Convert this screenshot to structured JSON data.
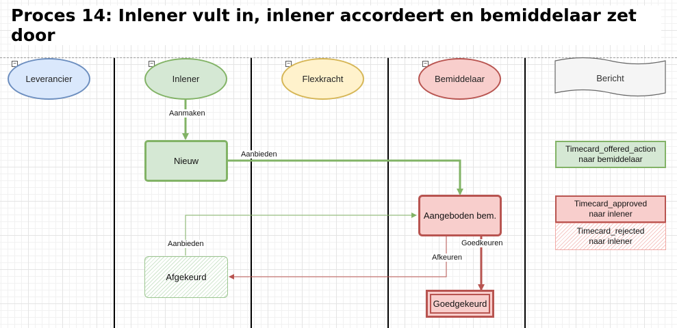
{
  "title": "Proces 14: Inlener vult in, inlener accordeert en bemiddelaar zet door",
  "lanes": [
    {
      "name": "Leverancier",
      "fill": "#dae8fc",
      "stroke": "#6c8ebf"
    },
    {
      "name": "Inlener",
      "fill": "#d5e8d4",
      "stroke": "#82b366"
    },
    {
      "name": "Flexkracht",
      "fill": "#fff2cc",
      "stroke": "#d6b656"
    },
    {
      "name": "Bemiddelaar",
      "fill": "#f8cecc",
      "stroke": "#b85450"
    }
  ],
  "message_header": "Bericht",
  "states": {
    "nieuw": "Nieuw",
    "aangeboden": "Aangeboden bem.",
    "afgekeurd": "Afgekeurd",
    "goedgekeurd": "Goedgekeurd"
  },
  "edges": {
    "aanmaken": "Aanmaken",
    "aanbieden_1": "Aanbieden",
    "aanbieden_2": "Aanbieden",
    "goedkeuren": "Goedkeuren",
    "afkeuren": "Afkeuren"
  },
  "messages": {
    "offered": {
      "line1": "Timecard_offered_action",
      "line2": "naar bemiddelaar"
    },
    "approved": {
      "line1": "Timecard_approved",
      "line2": "naar inlener"
    },
    "rejected": {
      "line1": "Timecard_rejected",
      "line2": "naar inlener"
    }
  },
  "colors": {
    "green_edge": "#82b366",
    "red_edge": "#b85450",
    "thin_red_edge": "#b85450"
  }
}
